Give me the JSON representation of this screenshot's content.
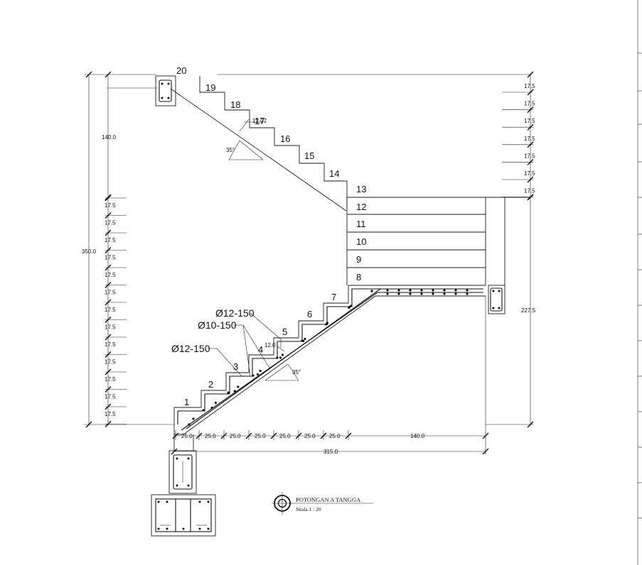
{
  "drawing": {
    "title": "POTONGAN A TANGGA",
    "scale": "Skala 1 : 20"
  },
  "steps": [
    "1",
    "2",
    "3",
    "4",
    "5",
    "6",
    "7",
    "8",
    "9",
    "10",
    "11",
    "12",
    "13",
    "14",
    "15",
    "16",
    "17",
    "18",
    "19",
    "20"
  ],
  "rebar": {
    "label_top": "Ø12-150",
    "label_mid": "Ø10-150",
    "label_bot": "Ø12-150"
  },
  "angles": {
    "lower": "35°",
    "upper": "35°"
  },
  "slab_thickness": {
    "lower": "12.0",
    "upper": "12.07"
  },
  "dimensions": {
    "riser": "17.5",
    "tread": "25.0",
    "landing": "140.0",
    "total_run": "315.0",
    "total_height": "350.0",
    "upper_flight_left": "140.0",
    "lower_right_height": "227.5"
  }
}
